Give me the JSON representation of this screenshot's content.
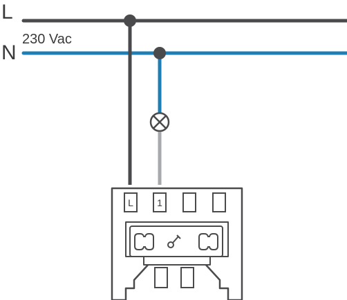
{
  "lines": {
    "live_label": "L",
    "neutral_label": "N",
    "voltage_label": "230 Vac"
  },
  "device": {
    "terminals": [
      "L",
      "1"
    ]
  },
  "colors": {
    "live": "#4a4a4c",
    "neutral": "#1f7fb5",
    "switched": "#a7a9ac",
    "outline": "#4a4a4c"
  },
  "icons": {
    "lamp": "lamp-icon",
    "switch": "switch-symbol-icon"
  }
}
